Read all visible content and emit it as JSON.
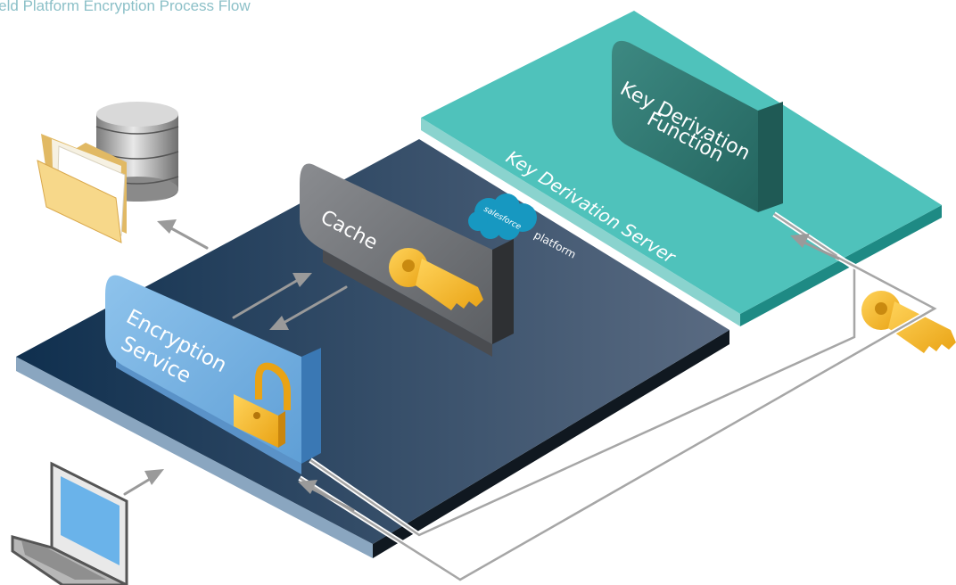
{
  "title": "Field Platform Encryption Process Flow",
  "labels": {
    "key_derivation_function": [
      "Key Derivation",
      "Function"
    ],
    "key_derivation_server": "Key Derivation Server",
    "cache": "Cache",
    "encryption_service": [
      "Encryption",
      "Service"
    ],
    "salesforce_logo": "salesforce",
    "platform": "platform"
  },
  "colors": {
    "title": "#8cc0c8",
    "platform_dark": "#123451",
    "platform_light": "#55677f",
    "kds_teal": "#4fc2bb",
    "kdf_box": "#2f7a74",
    "cache_box": "#6d7074",
    "encryption_box": "#77b1e0",
    "key_gold": "#f6b520",
    "arrow_gray": "#9a9a9a",
    "salesforce_blue": "#1798c1"
  },
  "icons": [
    "database-icon",
    "folder-icon",
    "laptop-icon",
    "key-icon",
    "unlocked-padlock-icon",
    "salesforce-cloud-icon"
  ]
}
